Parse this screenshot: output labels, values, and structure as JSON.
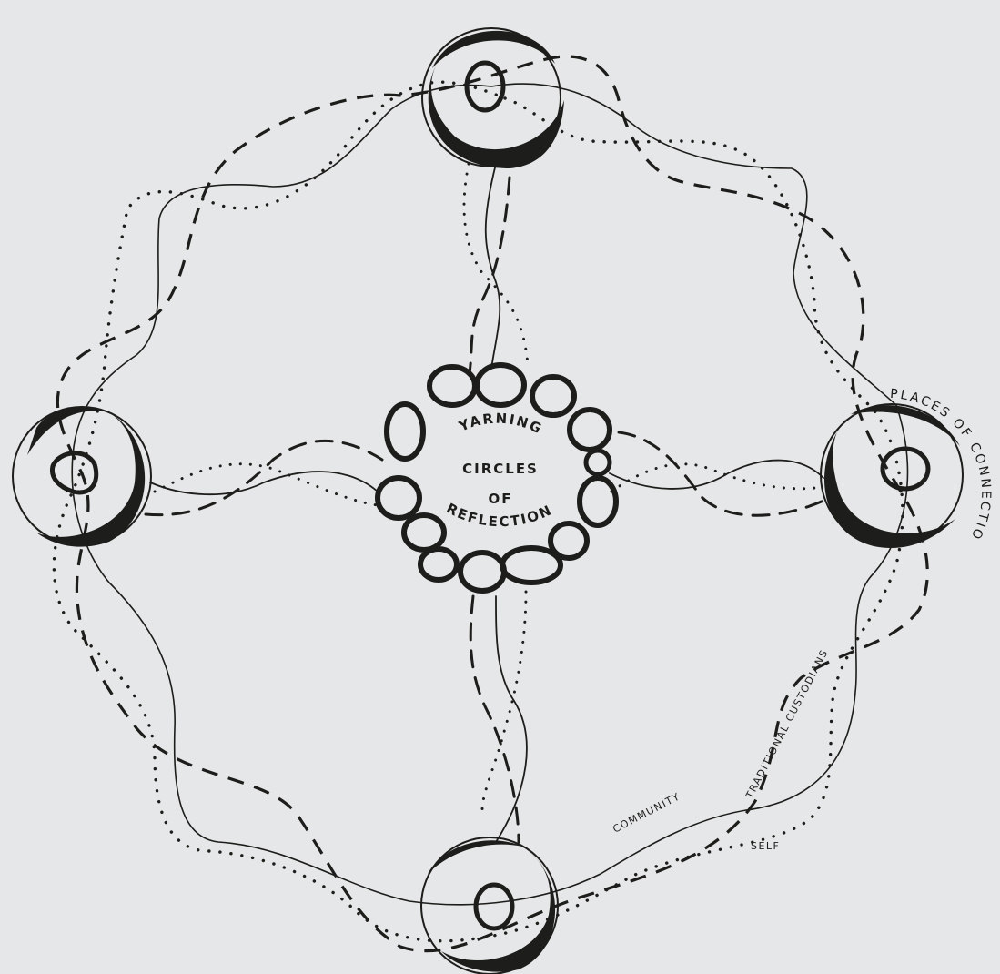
{
  "colors": {
    "background": "#e6e7e8",
    "ink": "#1d1d1b"
  },
  "center": {
    "line1": "YARNING",
    "line2": "CIRCLES",
    "line3": "OF",
    "line4": "REFLECTION"
  },
  "labels": {
    "places": "PLACES OF CONNECTION",
    "traditional": "TRADITIONAL CUSTODIANS",
    "community": "COMMUNITY",
    "self": "SELF"
  }
}
